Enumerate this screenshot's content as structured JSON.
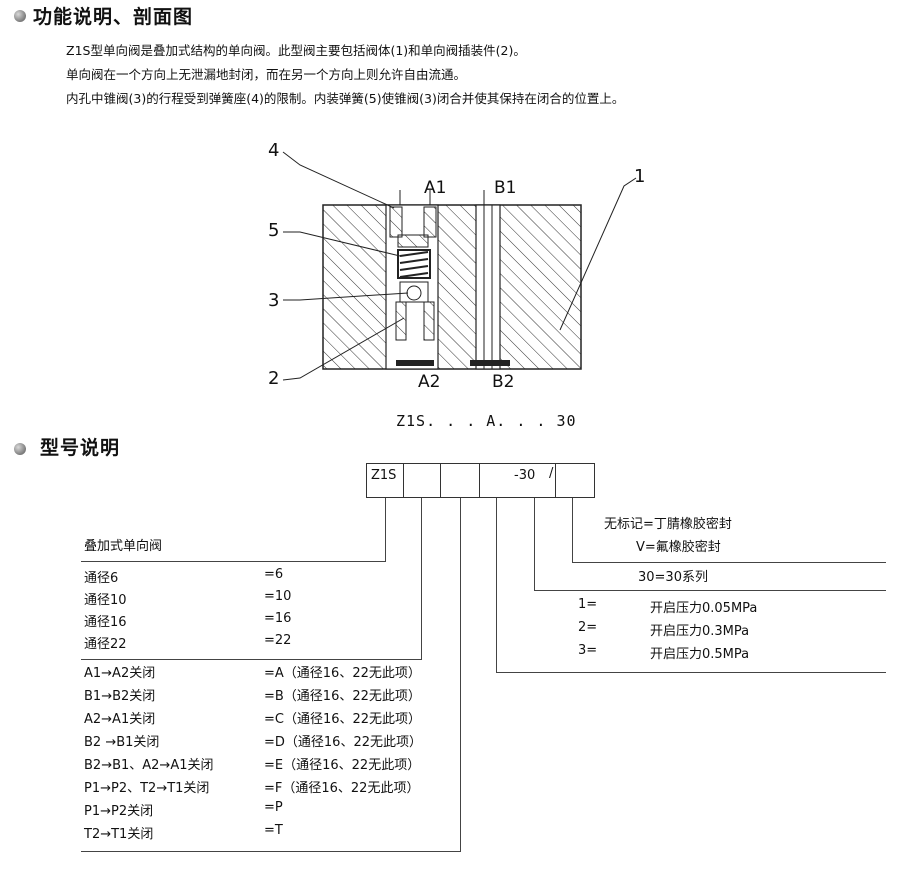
{
  "sections": {
    "function_title": "功能说明、剖面图",
    "model_title": "型号说明"
  },
  "description": [
    "Z1S型单向阀是叠加式结构的单向阀。此型阀主要包括阀体(1)和单向阀插装件(2)。",
    "单向阀在一个方向上无泄漏地封闭，而在另一个方向上则允许自由流通。",
    "内孔中锥阀(3)的行程受到弹簧座(4)的限制。内装弹簧(5)使锥阀(3)闭合并使其保持在闭合的位置上。"
  ],
  "diagram": {
    "callouts": [
      "4",
      "5",
      "3",
      "2",
      "1"
    ],
    "ports": [
      "A1",
      "B1",
      "A2",
      "B2"
    ],
    "caption": "Z1S. . . A. . . 30"
  },
  "model_code": {
    "prefix": "Z1S",
    "series_cell": "-30",
    "slash_cell": "/"
  },
  "options": {
    "type_label": "叠加式单向阀",
    "sizes": [
      {
        "label": "通径6",
        "code": "=6"
      },
      {
        "label": "通径10",
        "code": "=10"
      },
      {
        "label": "通径16",
        "code": "=16"
      },
      {
        "label": "通径22",
        "code": "=22"
      }
    ],
    "closures": [
      {
        "label": "A1→A2关闭",
        "code": "=A（通径16、22无此项）"
      },
      {
        "label": "B1→B2关闭",
        "code": "=B（通径16、22无此项）"
      },
      {
        "label": "A2→A1关闭",
        "code": "=C（通径16、22无此项）"
      },
      {
        "label": "B2 →B1关闭",
        "code": "=D（通径16、22无此项）"
      },
      {
        "label": "B2→B1、A2→A1关闭",
        "code": "=E（通径16、22无此项）"
      },
      {
        "label": "P1→P2、T2→T1关闭",
        "code": "=F（通径16、22无此项）"
      },
      {
        "label": "P1→P2关闭",
        "code": "=P"
      },
      {
        "label": "T2→T1关闭",
        "code": "=T"
      }
    ],
    "seals": [
      "无标记=丁腈橡胶密封",
      "V=氟橡胶密封"
    ],
    "series": "30=30系列",
    "pressures": [
      {
        "code": "1=",
        "desc": "开启压力0.05MPa"
      },
      {
        "code": "2=",
        "desc": "开启压力0.3MPa"
      },
      {
        "code": "3=",
        "desc": "开启压力0.5MPa"
      }
    ]
  }
}
